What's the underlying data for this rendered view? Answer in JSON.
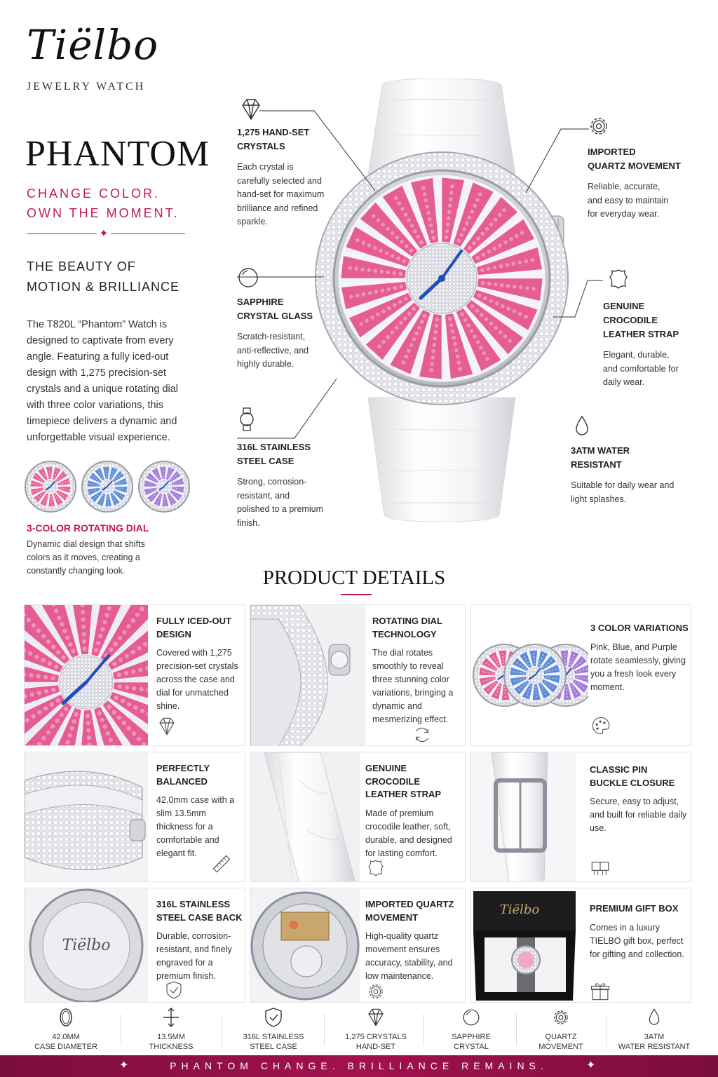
{
  "brand": {
    "logo": "Tiëlbo",
    "subtitle": "JEWELRY WATCH"
  },
  "hero": {
    "title": "PHANTOM",
    "tagline_1": "CHANGE COLOR.",
    "tagline_2": "OWN THE MOMENT.",
    "subheading_1": "THE BEAUTY OF",
    "subheading_2": "MOTION & BRILLIANCE",
    "intro": "The T820L “Phantom” Watch is designed to captivate from every angle. Featuring a fully iced-out design with 1,275 precision-set crystals and a unique rotating dial with three color variations, this timepiece delivers a dynamic and unforgettable visual experience.",
    "rotating_title": "3-COLOR ROTATING DIAL",
    "rotating_desc": "Dynamic dial design that shifts colors as it moves, creating a constantly changing look.",
    "dial_colors": [
      "#e54d8a",
      "#4a7fd4",
      "#9a6bd6"
    ]
  },
  "features": {
    "crystals": {
      "title_1": "1,275 HAND-SET",
      "title_2": "CRYSTALS",
      "desc": "Each crystal is carefully selected and hand-set for maximum brilliance and refined sparkle.",
      "icon": "diamond-icon"
    },
    "sapphire": {
      "title_1": "SAPPHIRE",
      "title_2": "CRYSTAL GLASS",
      "desc": "Scratch-resistant, anti-reflective, and highly durable.",
      "icon": "crystal-glass-icon"
    },
    "steel": {
      "title_1": "316L STAINLESS",
      "title_2": "STEEL CASE",
      "desc": "Strong, corrosion-resistant, and polished to a premium finish.",
      "icon": "watch-icon"
    },
    "quartz": {
      "title_1": "IMPORTED",
      "title_2": "QUARTZ MOVEMENT",
      "desc": "Reliable, accurate, and easy to maintain for everyday wear.",
      "icon": "gear-icon"
    },
    "leather": {
      "title_1": "GENUINE",
      "title_2": "CROCODILE",
      "title_3": "LEATHER STRAP",
      "desc": "Elegant, durable, and comfortable for daily wear.",
      "icon": "leather-hide-icon"
    },
    "water": {
      "title_1": "3ATM WATER",
      "title_2": "RESISTANT",
      "desc": "Suitable for daily wear and light splashes.",
      "icon": "water-drop-icon"
    }
  },
  "details": {
    "heading": "PRODUCT DETAILS",
    "cards": [
      {
        "title": "FULLY ICED-OUT DESIGN",
        "desc": "Covered with 1,275 precision-set crystals across the case and dial for unmatched shine.",
        "icon": "diamond-icon"
      },
      {
        "title": "ROTATING DIAL TECHNOLOGY",
        "desc": "The dial rotates smoothly to reveal three stunning color variations, bringing a dynamic and mesmerizing effect.",
        "icon": "rotate-icon"
      },
      {
        "title": "3 COLOR VARIATIONS",
        "desc": "Pink, Blue, and Purple rotate seamlessly, giving you a fresh look every moment.",
        "icon": "palette-icon"
      },
      {
        "title": "PERFECTLY BALANCED",
        "desc": "42.0mm case with a slim 13.5mm thickness for a comfortable and elegant fit.",
        "icon": "ruler-icon"
      },
      {
        "title": "GENUINE CROCODILE LEATHER STRAP",
        "desc": "Made of premium crocodile leather, soft, durable, and designed for lasting comfort.",
        "icon": "leather-hide-icon"
      },
      {
        "title": "CLASSIC PIN BUCKLE CLOSURE",
        "desc": "Secure, easy to adjust, and built for reliable daily use.",
        "icon": "buckle-icon"
      },
      {
        "title": "316L STAINLESS STEEL CASE BACK",
        "desc": "Durable, corrosion-resistant, and finely engraved for a premium finish.",
        "icon": "shield-icon"
      },
      {
        "title": "IMPORTED QUARTZ MOVEMENT",
        "desc": "High-quality quartz movement ensures accuracy, stability, and low maintenance.",
        "icon": "gear-icon"
      },
      {
        "title": "PREMIUM GIFT BOX",
        "desc": "Comes in a luxury TIELBO gift box, perfect for gifting and collection.",
        "icon": "gift-icon"
      }
    ],
    "gift_box_logo": "Tiëlbo",
    "caseback_logo": "Tiëlbo"
  },
  "specs": [
    {
      "line_1": "42.0MM",
      "line_2": "CASE DIAMETER",
      "icon": "case-diameter-icon"
    },
    {
      "line_1": "13.5MM",
      "line_2": "THICKNESS",
      "icon": "thickness-icon"
    },
    {
      "line_1": "316L STAINLESS",
      "line_2": "STEEL CASE",
      "icon": "shield-icon"
    },
    {
      "line_1": "1,275 CRYSTALS",
      "line_2": "HAND-SET",
      "icon": "diamond-icon"
    },
    {
      "line_1": "SAPPHIRE",
      "line_2": "CRYSTAL",
      "icon": "crystal-glass-icon"
    },
    {
      "line_1": "QUARTZ",
      "line_2": "MOVEMENT",
      "icon": "gear-icon"
    },
    {
      "line_1": "3ATM",
      "line_2": "WATER RESISTANT",
      "icon": "water-drop-icon"
    }
  ],
  "footer": {
    "text": "PHANTOM CHANGE. BRILLIANCE REMAINS."
  },
  "colors": {
    "accent": "#c2185b",
    "footer_bg": "#8e0f47",
    "hands": "#1f4fb8"
  }
}
